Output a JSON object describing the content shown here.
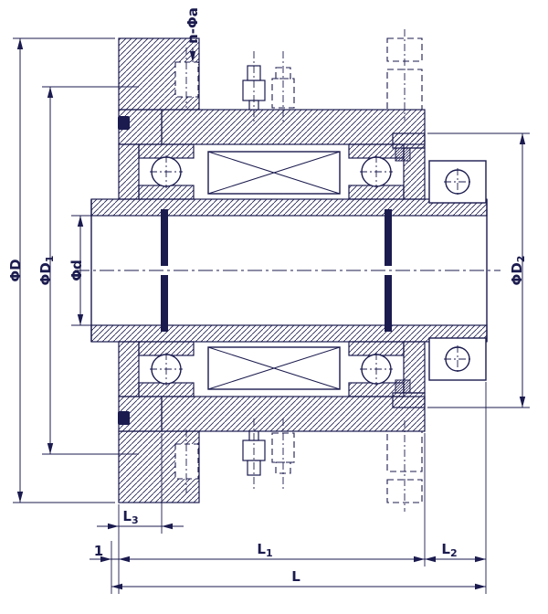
{
  "drawing": {
    "line_color": "#1b1b4f",
    "background": "#ffffff",
    "view": "sectional assembly drawing"
  },
  "labels": {
    "bolt_holes": {
      "main": "n-Φa",
      "sub": ""
    },
    "dia_D": {
      "main": "ΦD",
      "sub": ""
    },
    "dia_D1": {
      "main": "ΦD",
      "sub": "1"
    },
    "dia_d": {
      "main": "Φd",
      "sub": ""
    },
    "dia_D2": {
      "main": "ΦD",
      "sub": "2"
    },
    "len_L3": {
      "main": "L",
      "sub": "3"
    },
    "len_1": {
      "main": "1",
      "sub": ""
    },
    "len_L1": {
      "main": "L",
      "sub": "1"
    },
    "len_L2": {
      "main": "L",
      "sub": "2"
    },
    "len_L": {
      "main": "L",
      "sub": ""
    }
  }
}
